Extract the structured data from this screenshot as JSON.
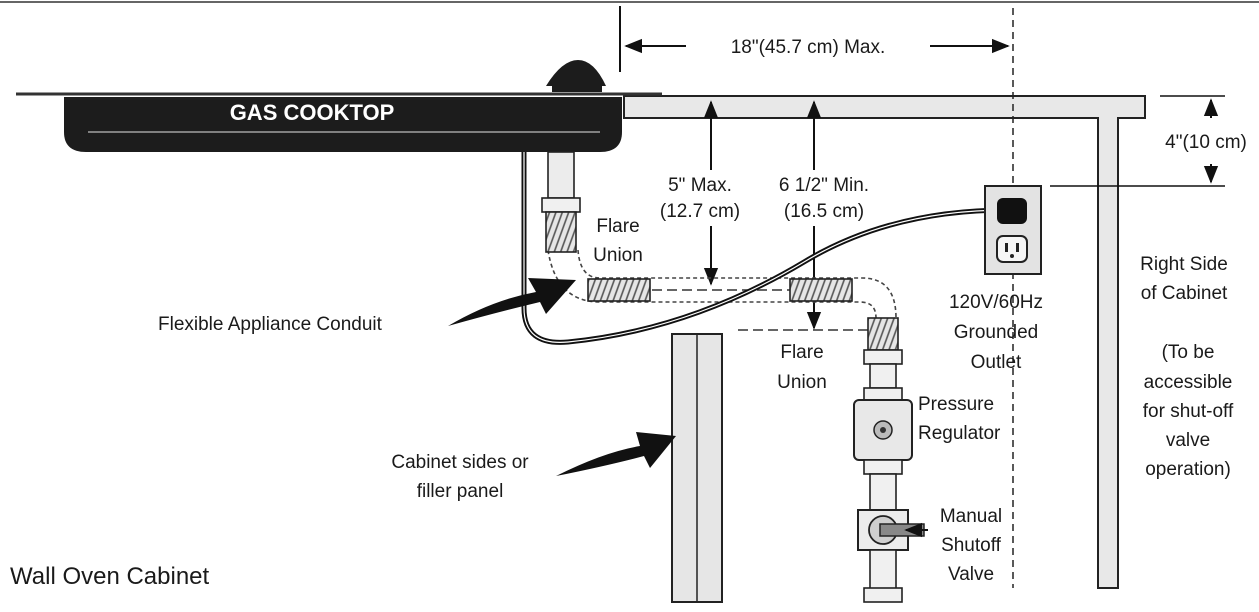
{
  "cooktop": {
    "title": "GAS COOKTOP"
  },
  "dimensions": {
    "width_max": "18\"(45.7 cm) Max.",
    "depth": "4\"(10 cm)",
    "max_line1": "5\" Max.",
    "max_line2": "(12.7 cm)",
    "min_line1": "6 1/2\" Min.",
    "min_line2": "(16.5 cm)"
  },
  "labels": {
    "flare_union_top_1": "Flare",
    "flare_union_top_2": "Union",
    "flare_union_bottom_1": "Flare",
    "flare_union_bottom_2": "Union",
    "conduit": "Flexible Appliance Conduit",
    "cabinet_sides_1": "Cabinet sides or",
    "cabinet_sides_2": "filler panel",
    "wall_oven": "Wall Oven Cabinet",
    "outlet_1": "120V/60Hz",
    "outlet_2": "Grounded",
    "outlet_3": "Outlet",
    "regulator_1": "Pressure",
    "regulator_2": "Regulator",
    "valve_1": "Manual",
    "valve_2": "Shutoff",
    "valve_3": "Valve",
    "right_side_1": "Right Side",
    "right_side_2": "of Cabinet",
    "note_1": "(To be",
    "note_2": "accessible",
    "note_3": "for shut-off",
    "note_4": "valve",
    "note_5": "operation)"
  }
}
